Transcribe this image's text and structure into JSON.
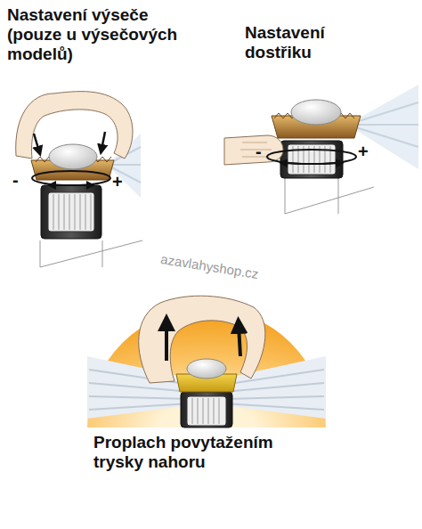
{
  "diagram": {
    "labels": [
      "Nastavení výseče (pouze u výsečových modelů)",
      "Nastavení dostřiku",
      "-",
      "+",
      "-",
      "+",
      "azavlahyshop.cz",
      "Proplach povytažením trysky nahoru"
    ]
  }
}
